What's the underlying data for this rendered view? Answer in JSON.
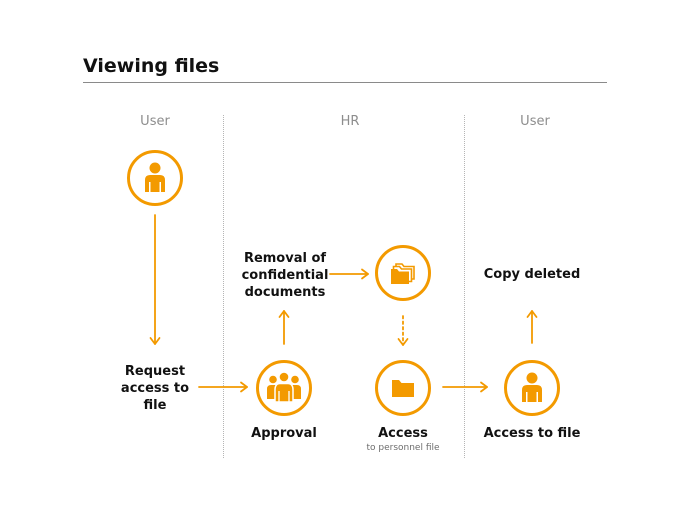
{
  "title": "Viewing files",
  "columns": {
    "left": "User",
    "middle": "HR",
    "right": "User"
  },
  "labels": {
    "request": "Request access to file",
    "removal": "Removal of confidential documents",
    "approval": "Approval",
    "access": "Access",
    "access_sub": "to personnel file",
    "access_to_file": "Access to file",
    "copy_deleted": "Copy deleted"
  },
  "icons": {
    "user_top": "person-icon",
    "removal": "folders-icon",
    "approval": "group-icon",
    "access": "folder-icon",
    "user_access": "person-icon"
  },
  "colors": {
    "accent": "#f39a00",
    "divider": "#b5b5b5",
    "header": "#8d8d8d"
  }
}
